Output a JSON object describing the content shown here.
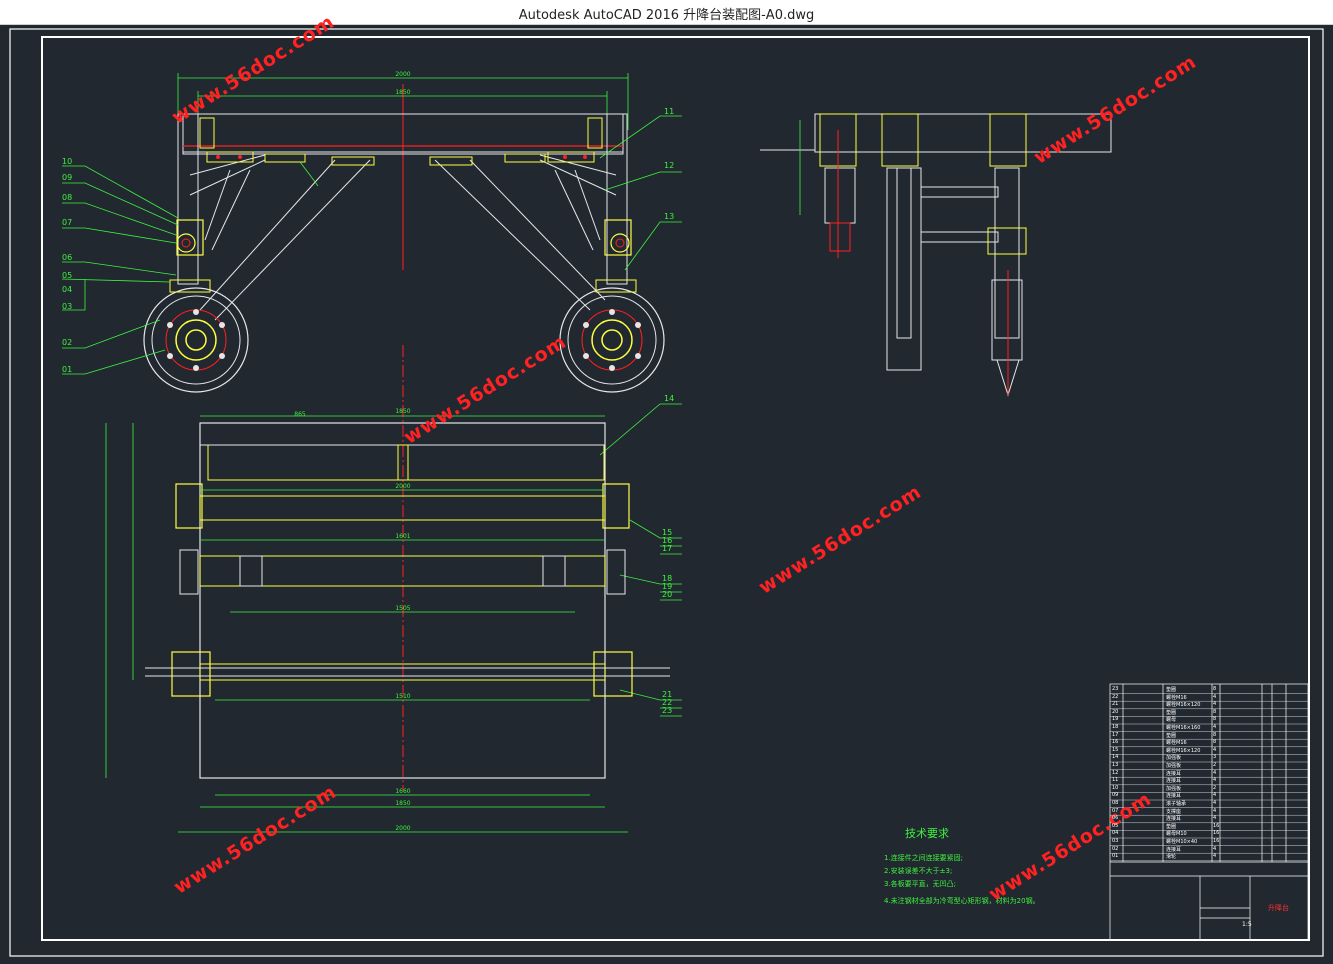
{
  "window": {
    "title": "Autodesk AutoCAD 2016     升降台装配图-A0.dwg"
  },
  "balloons": {
    "left": [
      "10",
      "09",
      "08",
      "07",
      "06",
      "05",
      "04",
      "03",
      "02",
      "01"
    ],
    "right": [
      "11",
      "12",
      "13",
      "14",
      "15",
      "16",
      "17",
      "18",
      "19",
      "20",
      "21",
      "22",
      "23"
    ]
  },
  "technical_requirements": {
    "title": "技术要求",
    "items": [
      "1.连接件之间连接要紧固;",
      "2.安装误差不大于±3;",
      "3.各板要平直，无凹凸;",
      "4.未注钢材全部为冷弯型心矩形钢，材料为20钢。"
    ]
  },
  "watermark": {
    "text": "www.56doc.com"
  },
  "title_block": {
    "drawing_name": "升降台",
    "scale": "1:5",
    "parts": [
      {
        "no": "23",
        "name": "垫圈",
        "qty": "8"
      },
      {
        "no": "22",
        "name": "螺栓M16",
        "qty": "4"
      },
      {
        "no": "21",
        "name": "螺栓M16×120",
        "qty": "4"
      },
      {
        "no": "20",
        "name": "垫圈",
        "qty": "8"
      },
      {
        "no": "19",
        "name": "螺母",
        "qty": "8"
      },
      {
        "no": "18",
        "name": "螺栓M16×160",
        "qty": "4"
      },
      {
        "no": "17",
        "name": "垫圈",
        "qty": "8"
      },
      {
        "no": "16",
        "name": "螺栓M16",
        "qty": "8"
      },
      {
        "no": "15",
        "name": "螺栓M16×120",
        "qty": "4"
      },
      {
        "no": "14",
        "name": "加强板",
        "qty": "3"
      },
      {
        "no": "13",
        "name": "加强板",
        "qty": "2"
      },
      {
        "no": "12",
        "name": "连接耳",
        "qty": "4"
      },
      {
        "no": "11",
        "name": "连接耳",
        "qty": "4"
      },
      {
        "no": "10",
        "name": "加强板",
        "qty": "2"
      },
      {
        "no": "09",
        "name": "连接耳",
        "qty": "4"
      },
      {
        "no": "08",
        "name": "滚子轴承",
        "qty": "4"
      },
      {
        "no": "07",
        "name": "支撑座",
        "qty": "4"
      },
      {
        "no": "06",
        "name": "连接耳",
        "qty": "4"
      },
      {
        "no": "05",
        "name": "垫圈",
        "qty": "16"
      },
      {
        "no": "04",
        "name": "螺母M10",
        "qty": "16"
      },
      {
        "no": "03",
        "name": "螺栓M10×40",
        "qty": "16"
      },
      {
        "no": "02",
        "name": "连接耳",
        "qty": "4"
      },
      {
        "no": "01",
        "name": "滑轮",
        "qty": "4"
      }
    ]
  },
  "colors": {
    "background": "#212830",
    "frame": "#ffffff",
    "outline": "#e6e6e6",
    "dimension": "#3ff23f",
    "centerline": "#ff2020",
    "part_highlight": "#ffff40",
    "watermark": "#ff2222"
  }
}
